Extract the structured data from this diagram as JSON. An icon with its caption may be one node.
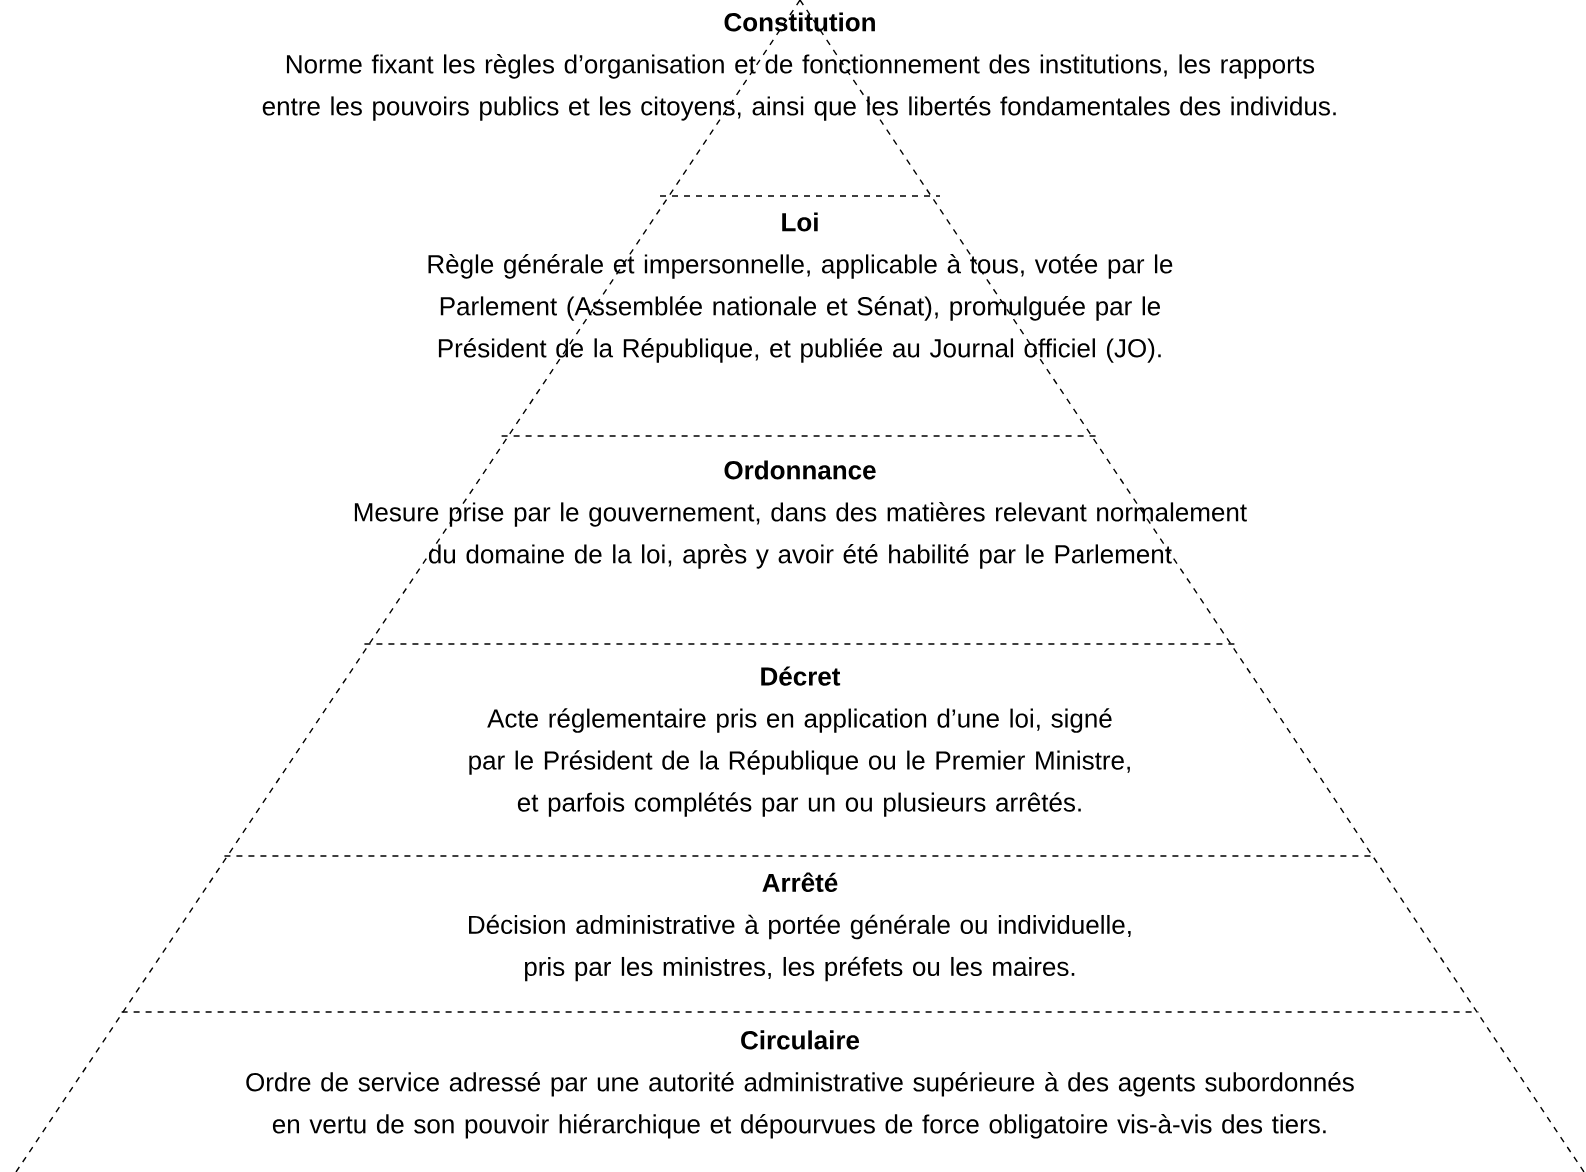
{
  "diagram": {
    "nodes": [
      {
        "text": [
          "Constitution",
          "Norme fixant les règles d’organisation et de fonctionnement des institutions, les rapports entre les pouvoirs publics et les citoyens, ainsi que les libertés fondamentales des individus."
        ]
      },
      {
        "text": [
          "Loi",
          "Règle générale et impersonnelle, applicable à tous, votée par le Parlement (Assemblée nationale et Sénat), promulguée par le Président de la République, et publiée au Journal officiel (JO)."
        ]
      },
      {
        "text": [
          "Ordonnance",
          "Mesure prise par le gouvernement, dans des matières relevant normalement du domaine de la loi, après y avoir été habilité par le Parlement"
        ]
      },
      {
        "text": [
          "Décret",
          "Acte réglementaire pris en application d’une loi, signé par le Président de la République ou le Premier Ministre, et parfois complétés par un ou plusieurs arrêtés."
        ]
      },
      {
        "text": [
          "Arrêté",
          "Décision administrative à portée générale ou individuelle, pris par les ministres, les préfets ou les maires."
        ]
      },
      {
        "text": [
          "Circulaire",
          "Ordre de service adressé par une autorité administrative supérieure à des agents subordonnés en vertu de son pouvoir hiérarchique et dépourvues de force obligatoire vis-à-vis des tiers."
        ]
      }
    ]
  }
}
